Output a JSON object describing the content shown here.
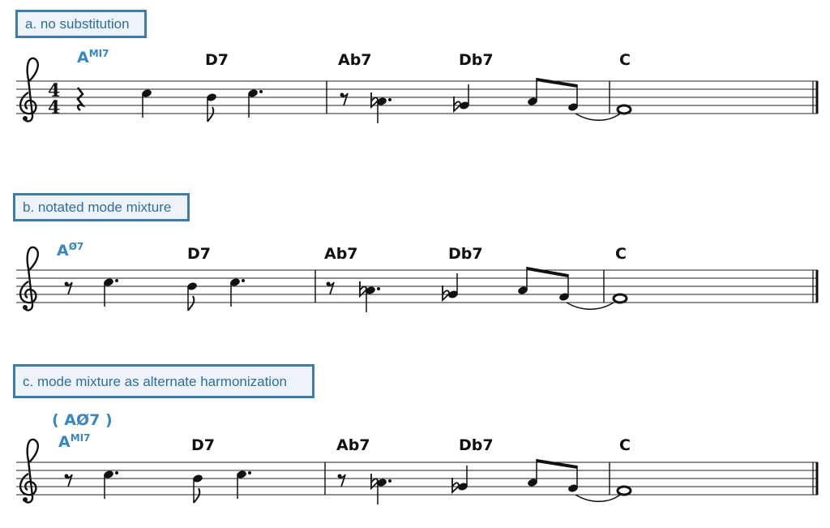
{
  "sections": [
    {
      "label": "a. no substitution",
      "alt_chord_top": "",
      "alt_chord": {
        "root": "A",
        "quality": "MI",
        "ext": "7"
      },
      "chords": [
        "D7",
        "Ab7",
        "Db7",
        "C"
      ],
      "time_signature": {
        "top": "4",
        "bottom": "4"
      }
    },
    {
      "label": "b. notated mode mixture",
      "alt_chord_top": "",
      "alt_chord": {
        "root": "A",
        "quality": "Ø",
        "ext": "7"
      },
      "chords": [
        "D7",
        "Ab7",
        "Db7",
        "C"
      ],
      "time_signature": null
    },
    {
      "label": "c. mode mixture as alternate harmonization",
      "alt_chord_top": "( AØ7 )",
      "alt_chord": {
        "root": "A",
        "quality": "MI",
        "ext": "7"
      },
      "chords": [
        "D7",
        "Ab7",
        "Db7",
        "C"
      ],
      "time_signature": null
    }
  ],
  "colors": {
    "accent": "#3a86bd",
    "box_border": "#3f7ca6",
    "box_fill": "#edf3f8"
  }
}
